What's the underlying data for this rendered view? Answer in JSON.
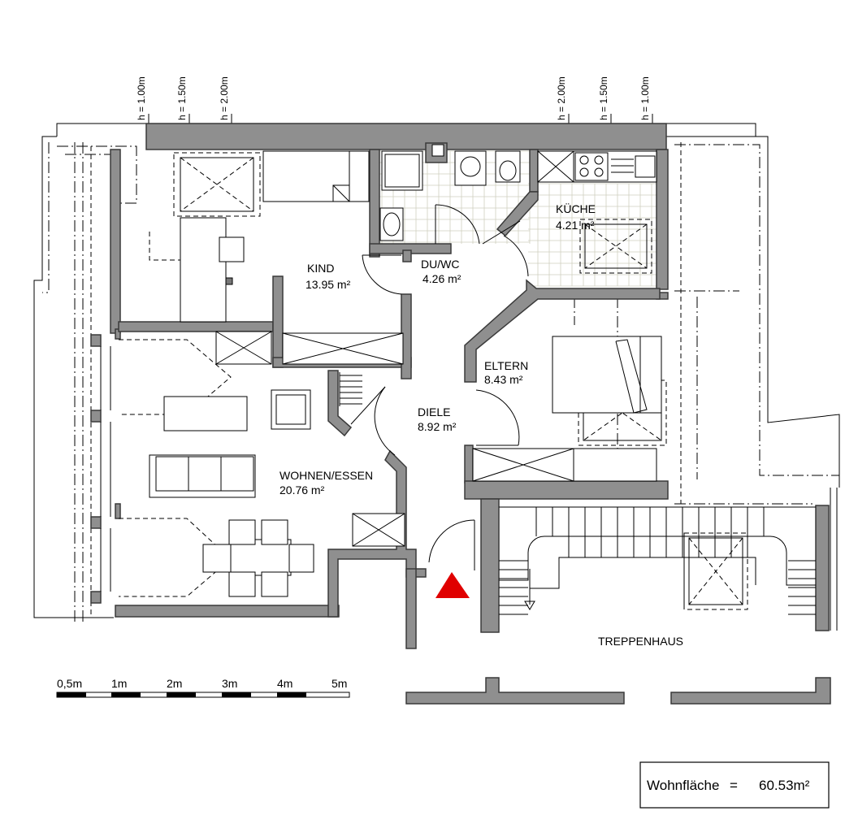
{
  "rooms": {
    "kind": {
      "name": "KIND",
      "area": "13.95 m²"
    },
    "duwc": {
      "name": "DU/WC",
      "area": "4.26 m²"
    },
    "kueche": {
      "name": "KÜCHE",
      "area": "4.21 m²"
    },
    "eltern": {
      "name": "ELTERN",
      "area": "8.43 m²"
    },
    "diele": {
      "name": "DIELE",
      "area": "8.92 m²"
    },
    "wohnen": {
      "name": "WOHNEN/ESSEN",
      "area": "20.76 m²"
    },
    "treppenhaus": {
      "name": "TREPPENHAUS"
    }
  },
  "heights": {
    "left": [
      "h = 1.00m",
      "h = 1.50m",
      "h = 2.00m"
    ],
    "right": [
      "h = 2.00m",
      "h = 1.50m",
      "h = 1.00m"
    ]
  },
  "scale": {
    "labels": [
      "0,5m",
      "1m",
      "2m",
      "3m",
      "4m",
      "5m"
    ]
  },
  "summary": {
    "label": "Wohnfläche",
    "equals": "=",
    "value": "60.53m²"
  },
  "colors": {
    "walls": "#8f8f8f",
    "entrance_marker": "#e00000"
  }
}
